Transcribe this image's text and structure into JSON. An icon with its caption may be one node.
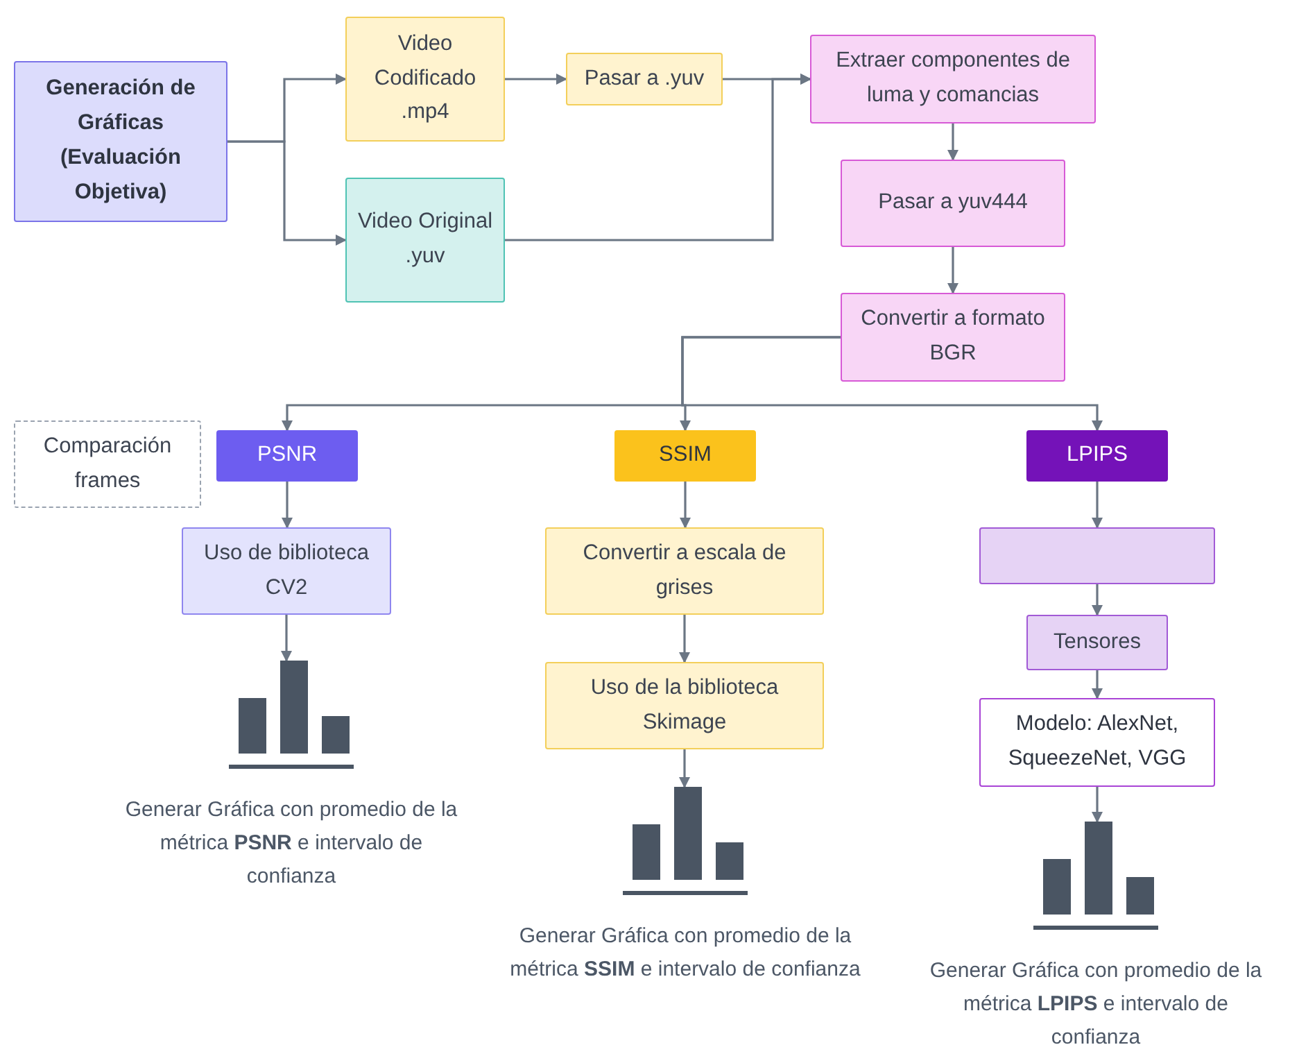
{
  "diagram": {
    "nodes": [
      {
        "text": [
          "Generación de Gráficas (Evaluación Objetiva)"
        ]
      },
      {
        "text": [
          "Video Codificado .mp4"
        ]
      },
      {
        "text": [
          "Video Original .yuv"
        ]
      },
      {
        "text": [
          "Pasar a .yuv"
        ]
      },
      {
        "text": [
          "Extraer componentes de luma y comancias"
        ]
      },
      {
        "text": [
          "Pasar a yuv444"
        ]
      },
      {
        "text": [
          "Convertir a formato BGR"
        ]
      },
      {
        "text": [
          "Comparación frames"
        ]
      },
      {
        "text": [
          "PSNR"
        ]
      },
      {
        "text": [
          "SSIM"
        ]
      },
      {
        "text": [
          "LPIPS"
        ]
      },
      {
        "text": [
          "Uso de biblioteca CV2"
        ]
      },
      {
        "text": [
          "Convertir a escala de grises"
        ]
      },
      {
        "text": [
          "Uso de la biblioteca Skimage"
        ]
      },
      {
        "text": [],
        "shape": "box"
      },
      {
        "text": [
          "Tensores"
        ]
      },
      {
        "text": [
          "Modelo: AlexNet, SqueezeNet, VGG"
        ]
      },
      {
        "text": [
          "Generar Gráfica con promedio de la métrica **PSNR** e intervalo de confianza"
        ]
      },
      {
        "text": [
          "Generar Gráfica con promedio de la métrica **SSIM** e intervalo de confianza"
        ]
      },
      {
        "text": [
          "Generar Gráfica con promedio de la métrica **LPIPS** e intervalo de confianza"
        ]
      }
    ],
    "edges": [
      {
        "from": 0,
        "to": 1,
        "arrow": "to"
      },
      {
        "from": 0,
        "to": 2,
        "arrow": "to"
      },
      {
        "from": 1,
        "to": 3,
        "arrow": "to"
      },
      {
        "from": 3,
        "to": 4,
        "arrow": "to"
      },
      {
        "from": 2,
        "to": 4,
        "arrow": "to"
      },
      {
        "from": 4,
        "to": 5,
        "arrow": "to"
      },
      {
        "from": 5,
        "to": 6,
        "arrow": "to"
      },
      {
        "from": 6,
        "to": 8,
        "arrow": "to"
      },
      {
        "from": 6,
        "to": 9,
        "arrow": "to"
      },
      {
        "from": 6,
        "to": 10,
        "arrow": "to"
      },
      {
        "from": 8,
        "to": 11,
        "arrow": "to"
      },
      {
        "from": 11,
        "to": 17,
        "arrow": "to"
      },
      {
        "from": 9,
        "to": 12,
        "arrow": "to"
      },
      {
        "from": 12,
        "to": 13,
        "arrow": "to"
      },
      {
        "from": 13,
        "to": 18,
        "arrow": "to"
      },
      {
        "from": 10,
        "to": 14,
        "arrow": "to"
      },
      {
        "from": 14,
        "to": 15,
        "arrow": "to"
      },
      {
        "from": 15,
        "to": 16,
        "arrow": "to"
      },
      {
        "from": 16,
        "to": 19,
        "arrow": "to"
      }
    ]
  }
}
